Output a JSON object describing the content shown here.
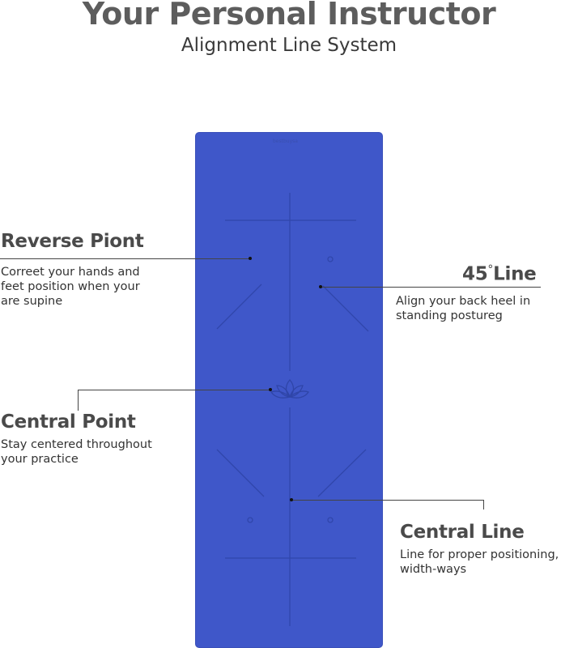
{
  "header": {
    "title": "Your Personal Instructor",
    "subtitle": "Alignment Line System"
  },
  "mat": {
    "color": "#3f57c9",
    "line_color": "#2f45a8",
    "brand_text": "bestbuysa"
  },
  "callouts": {
    "reverse_point": {
      "heading": "Reverse Piont",
      "desc_line1": "Correet your hands and",
      "desc_line2": "feet position when your",
      "desc_line3": "are supine"
    },
    "line_45": {
      "heading_number": "45",
      "heading_degree": "°",
      "heading_word": "Line",
      "desc_line1": "Align your back heel in",
      "desc_line2": "standing postureg"
    },
    "central_point": {
      "heading": "Central Point",
      "desc_line1": "Stay centered throughout",
      "desc_line2": "your practice"
    },
    "central_line": {
      "heading": "Central Line",
      "desc_line1": "Line for proper positioning,",
      "desc_line2": "width-ways"
    }
  }
}
